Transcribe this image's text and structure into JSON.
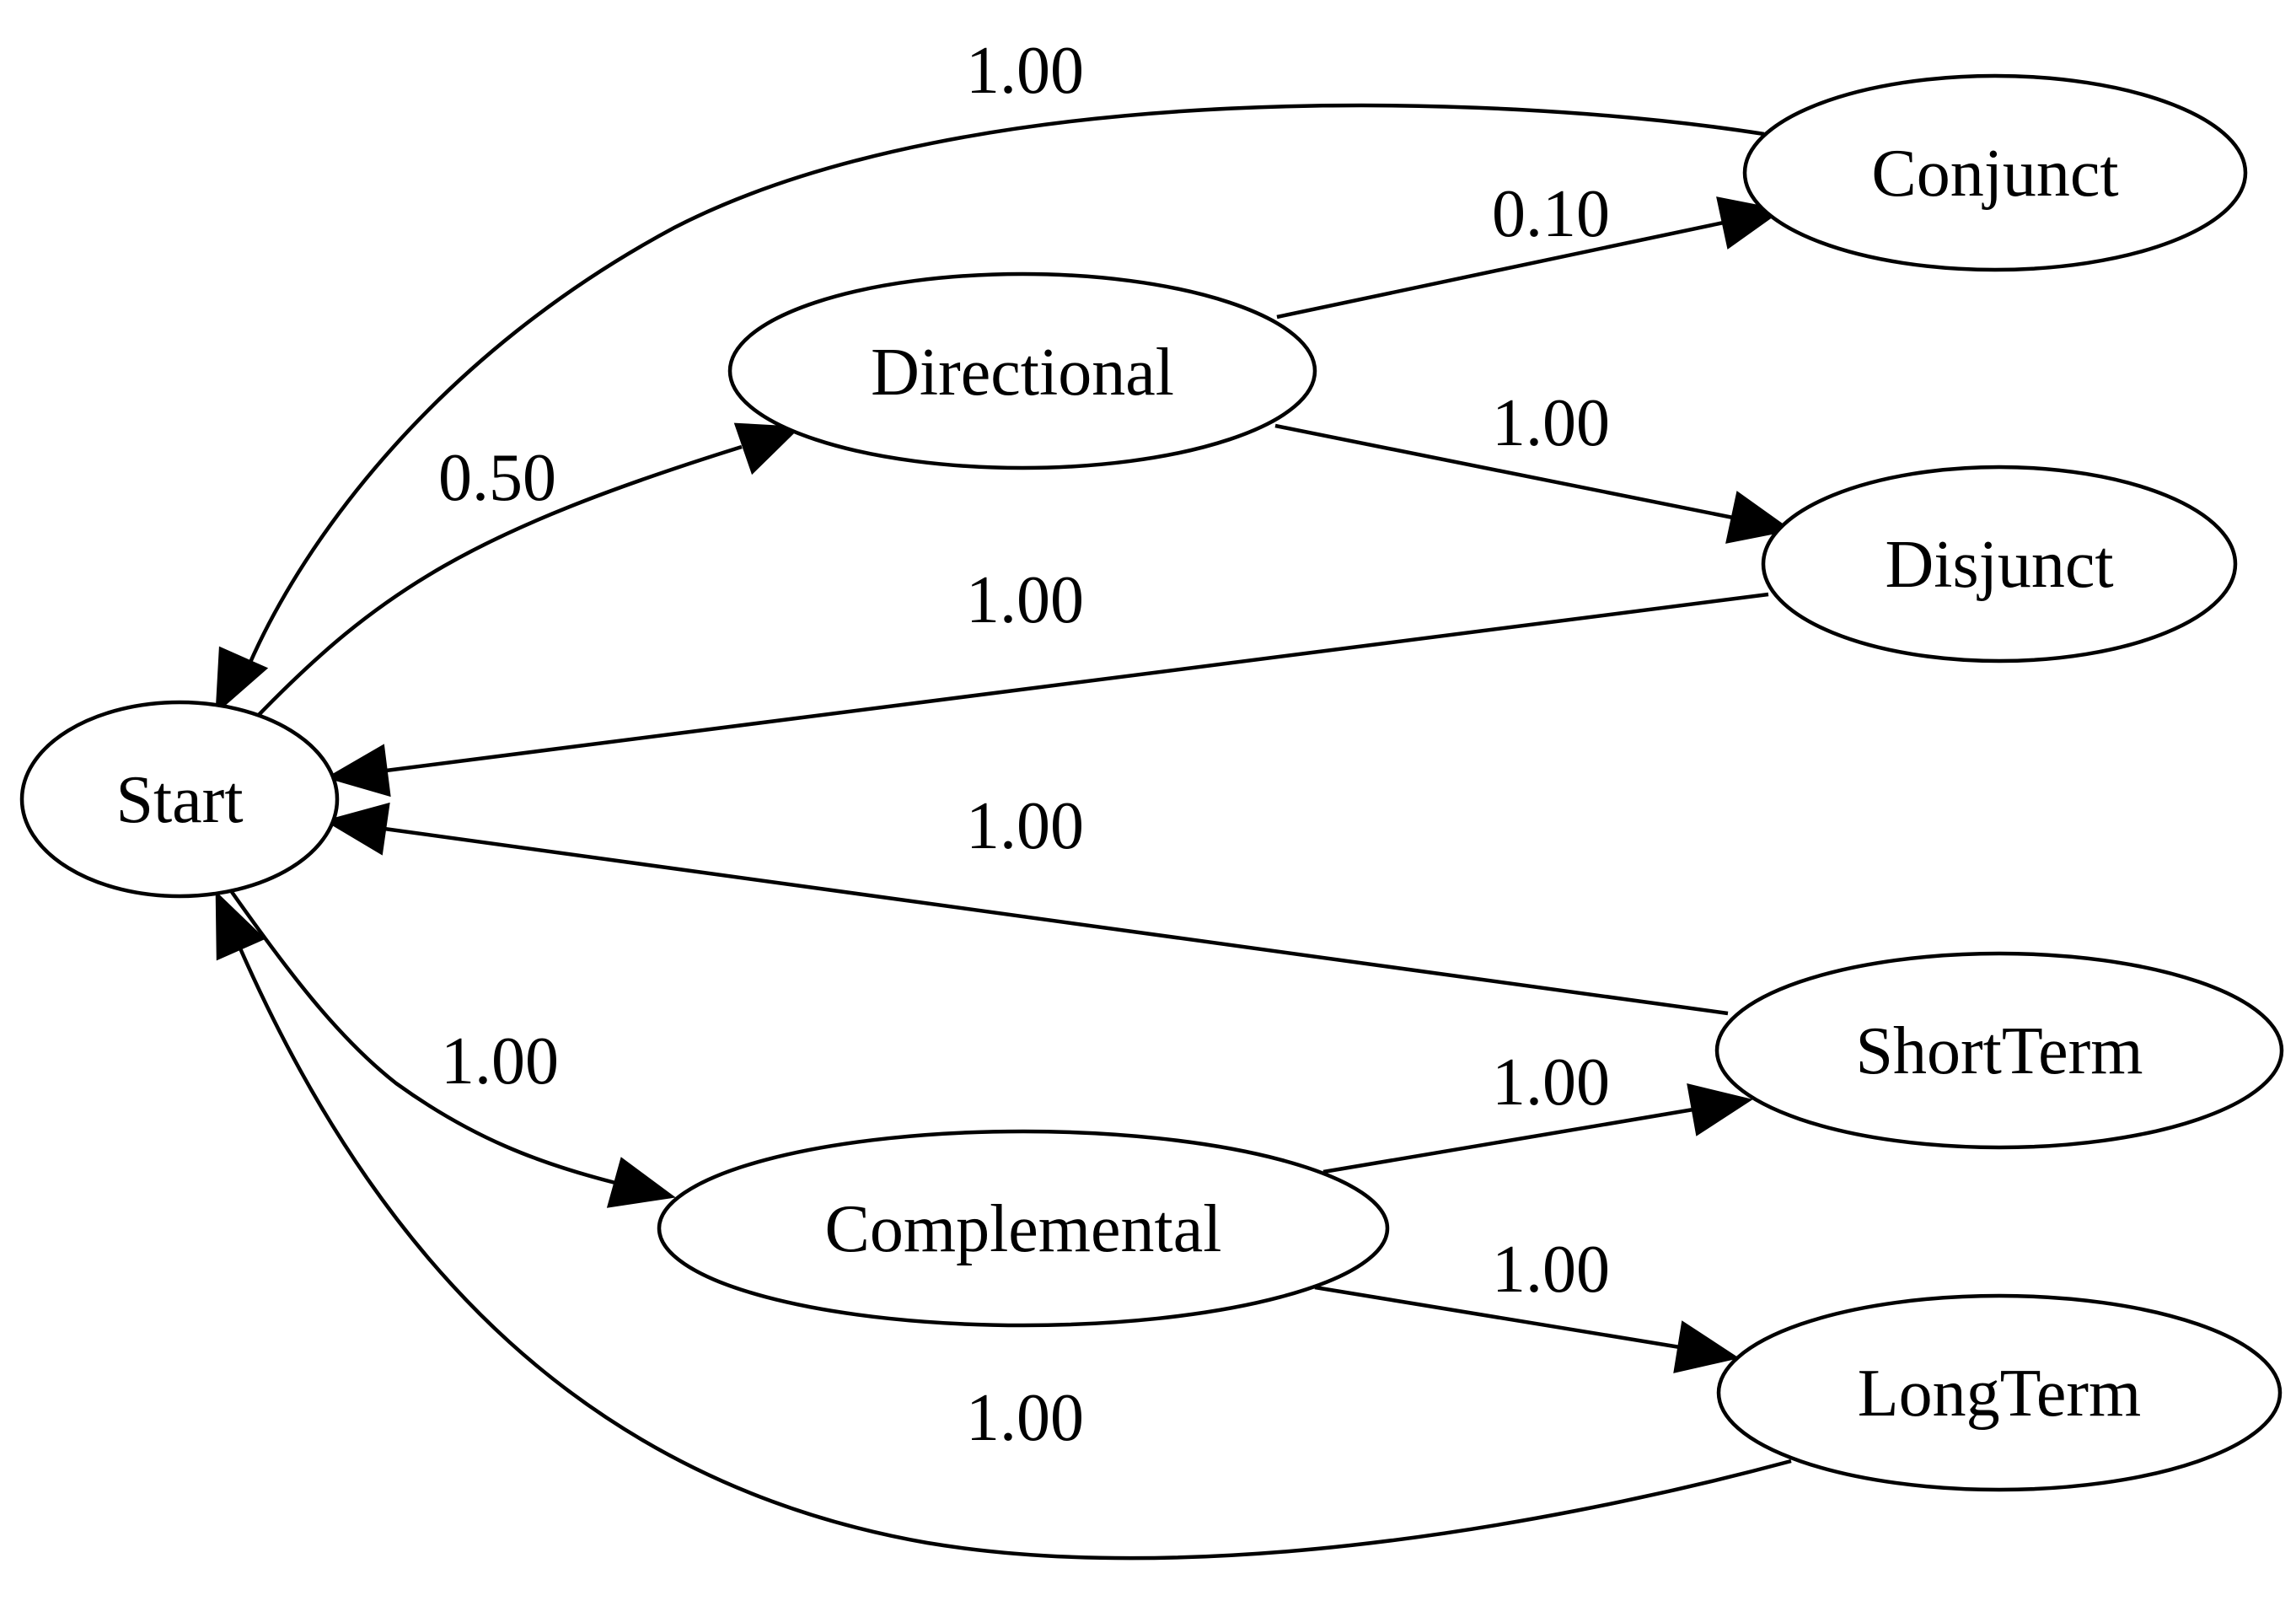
{
  "nodes": {
    "start": "Start",
    "directional": "Directional",
    "conjunct": "Conjunct",
    "disjunct": "Disjunct",
    "complemental": "Complemental",
    "shortterm": "ShortTerm",
    "longterm": "LongTerm"
  },
  "edges": {
    "start_to_directional": "0.50",
    "directional_to_conjunct": "0.10",
    "directional_to_disjunct": "1.00",
    "conjunct_to_start": "1.00",
    "disjunct_to_start": "1.00",
    "start_to_complemental": "1.00",
    "complemental_to_shortterm": "1.00",
    "complemental_to_longterm": "1.00",
    "shortterm_to_start": "1.00",
    "longterm_to_start": "1.00"
  }
}
